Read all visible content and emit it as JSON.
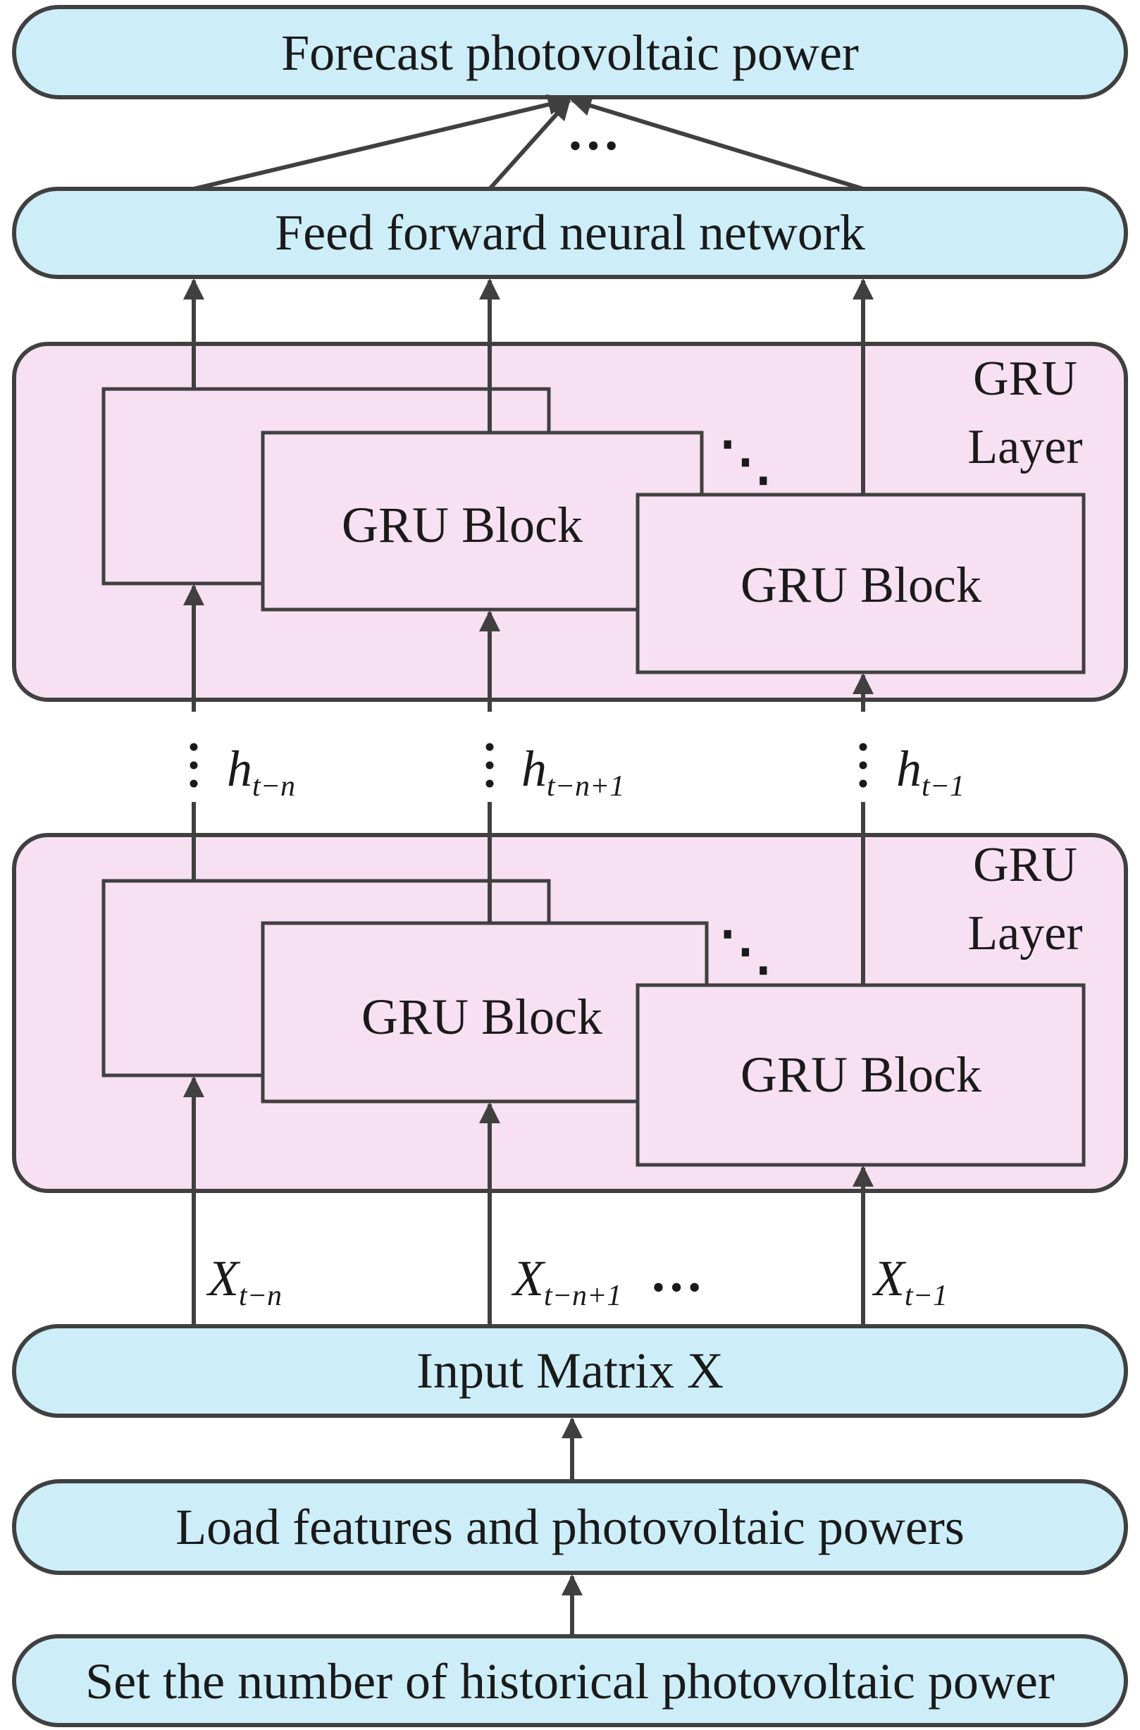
{
  "nodes": {
    "forecast": "Forecast photovoltaic power",
    "ffnn": "Feed forward neural network",
    "input_matrix": "Input Matrix X",
    "load_features": "Load features and photovoltaic powers",
    "set_number": "Set the number of historical photovoltaic power"
  },
  "gru_layers": [
    {
      "label_line1": "GRU",
      "label_line2": "Layer",
      "block_a": "GRU Block",
      "block_b": "GRU Block"
    },
    {
      "label_line1": "GRU",
      "label_line2": "Layer",
      "block_a": "GRU Block",
      "block_b": "GRU Block"
    }
  ],
  "hidden_labels": [
    {
      "base": "h",
      "sub": "t−n"
    },
    {
      "base": "h",
      "sub": "t−n+1"
    },
    {
      "base": "h",
      "sub": "t−1"
    }
  ],
  "input_labels": [
    {
      "base": "X",
      "sub": "t−n"
    },
    {
      "base": "X",
      "sub": "t−n+1"
    },
    {
      "base": "X",
      "sub": "t−1"
    }
  ],
  "ellipsis": "…",
  "diagonal_ellipsis": "⋱",
  "colors": {
    "pill_fill": "#cdeef8",
    "layer_fill": "#f7e0f2",
    "stroke": "#404040"
  }
}
